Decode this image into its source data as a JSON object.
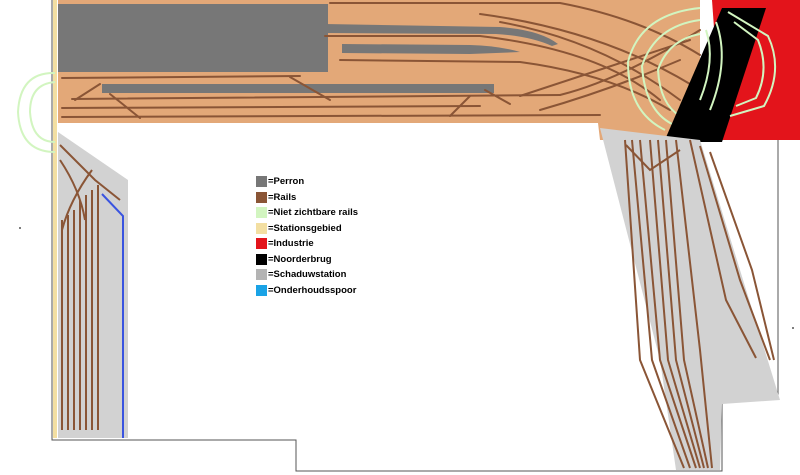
{
  "legend": {
    "items": [
      {
        "label": "=Perron",
        "color": "#777777"
      },
      {
        "label": "=Rails",
        "color": "#8a5536"
      },
      {
        "label": "=Niet zichtbare rails",
        "color": "#d2f5c0"
      },
      {
        "label": "=Stationsgebied",
        "color": "#f3dfa2"
      },
      {
        "label": "=Industrie",
        "color": "#e3141b"
      },
      {
        "label": "=Noorderbrug",
        "color": "#000000"
      },
      {
        "label": "=Schaduwstation",
        "color": "#b4b4b4"
      },
      {
        "label": "=Onderhoudsspoor",
        "color": "#1aa3e6"
      }
    ]
  },
  "colors": {
    "station_area": "#e3a878",
    "platform": "#777777",
    "rails": "#8a5536",
    "hidden_rails": "#d2f5c0",
    "stationsgebied": "#f3dfa2",
    "industrie": "#e3141b",
    "noorderbrug": "#000000",
    "schaduwstation": "#d2d2d2",
    "onderhoudsspoor": "#3a54e0",
    "outline": "#555555"
  }
}
